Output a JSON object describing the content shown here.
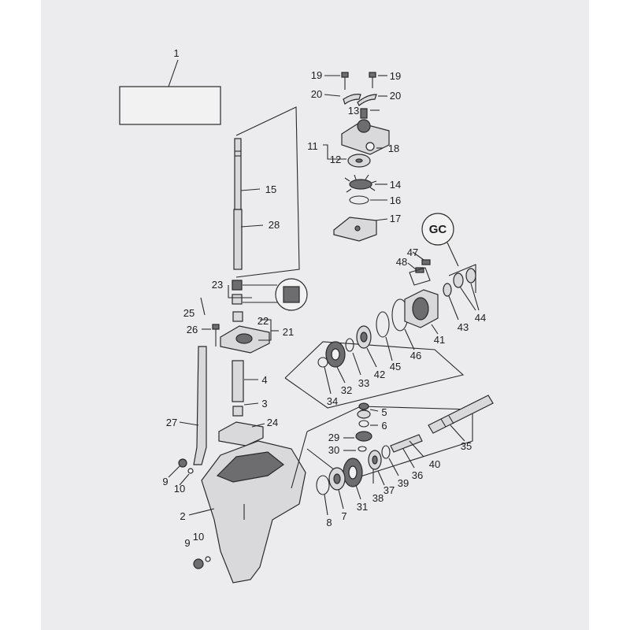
{
  "labels": {
    "l1": "1",
    "l2": "2",
    "l3": "3",
    "l4": "4",
    "l5": "5",
    "l6": "6",
    "l7": "7",
    "l8": "8",
    "l9a": "9",
    "l9b": "9",
    "l10a": "10",
    "l10b": "10",
    "l11": "11",
    "l12": "12",
    "l13": "13",
    "l14": "14",
    "l15": "15",
    "l16": "16",
    "l17": "17",
    "l18": "18",
    "l19a": "19",
    "l19b": "19",
    "l20a": "20",
    "l20b": "20",
    "l21": "21",
    "l22": "22",
    "l23": "23",
    "l24": "24",
    "l25": "25",
    "l26": "26",
    "l27": "27",
    "l28": "28",
    "l29": "29",
    "l30": "30",
    "l31": "31",
    "l32": "32",
    "l33": "33",
    "l34": "34",
    "l35": "35",
    "l36": "36",
    "l37": "37",
    "l38": "38",
    "l39": "39",
    "l40": "40",
    "l41": "41",
    "l42": "42",
    "l43": "43",
    "l44": "44",
    "l45": "45",
    "l46": "46",
    "l47": "47",
    "l48": "48"
  },
  "callouts": {
    "grease_tag": "GC"
  }
}
